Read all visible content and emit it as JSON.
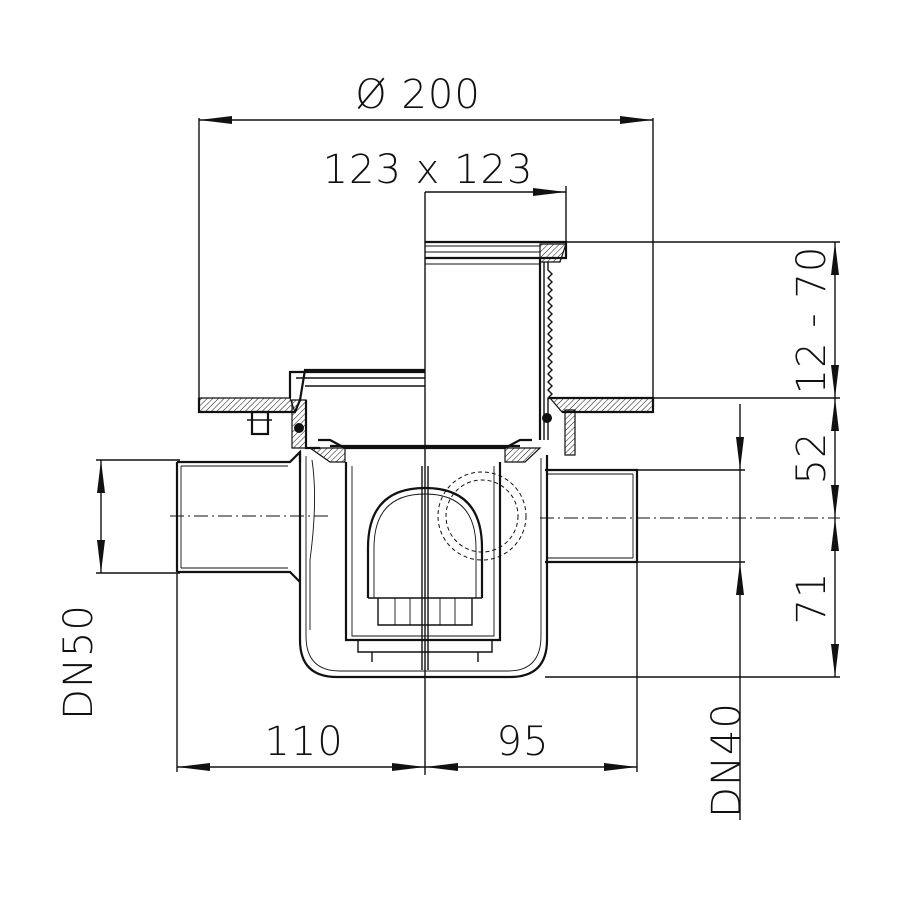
{
  "dimensions": {
    "diameter_top": "Ø 200",
    "grate_size": "123 x 123",
    "height_adjust": "12 - 70",
    "h52": "52",
    "h71": "71",
    "w110": "110",
    "w95": "95",
    "dn50": "DN50",
    "dn40": "DN40"
  }
}
